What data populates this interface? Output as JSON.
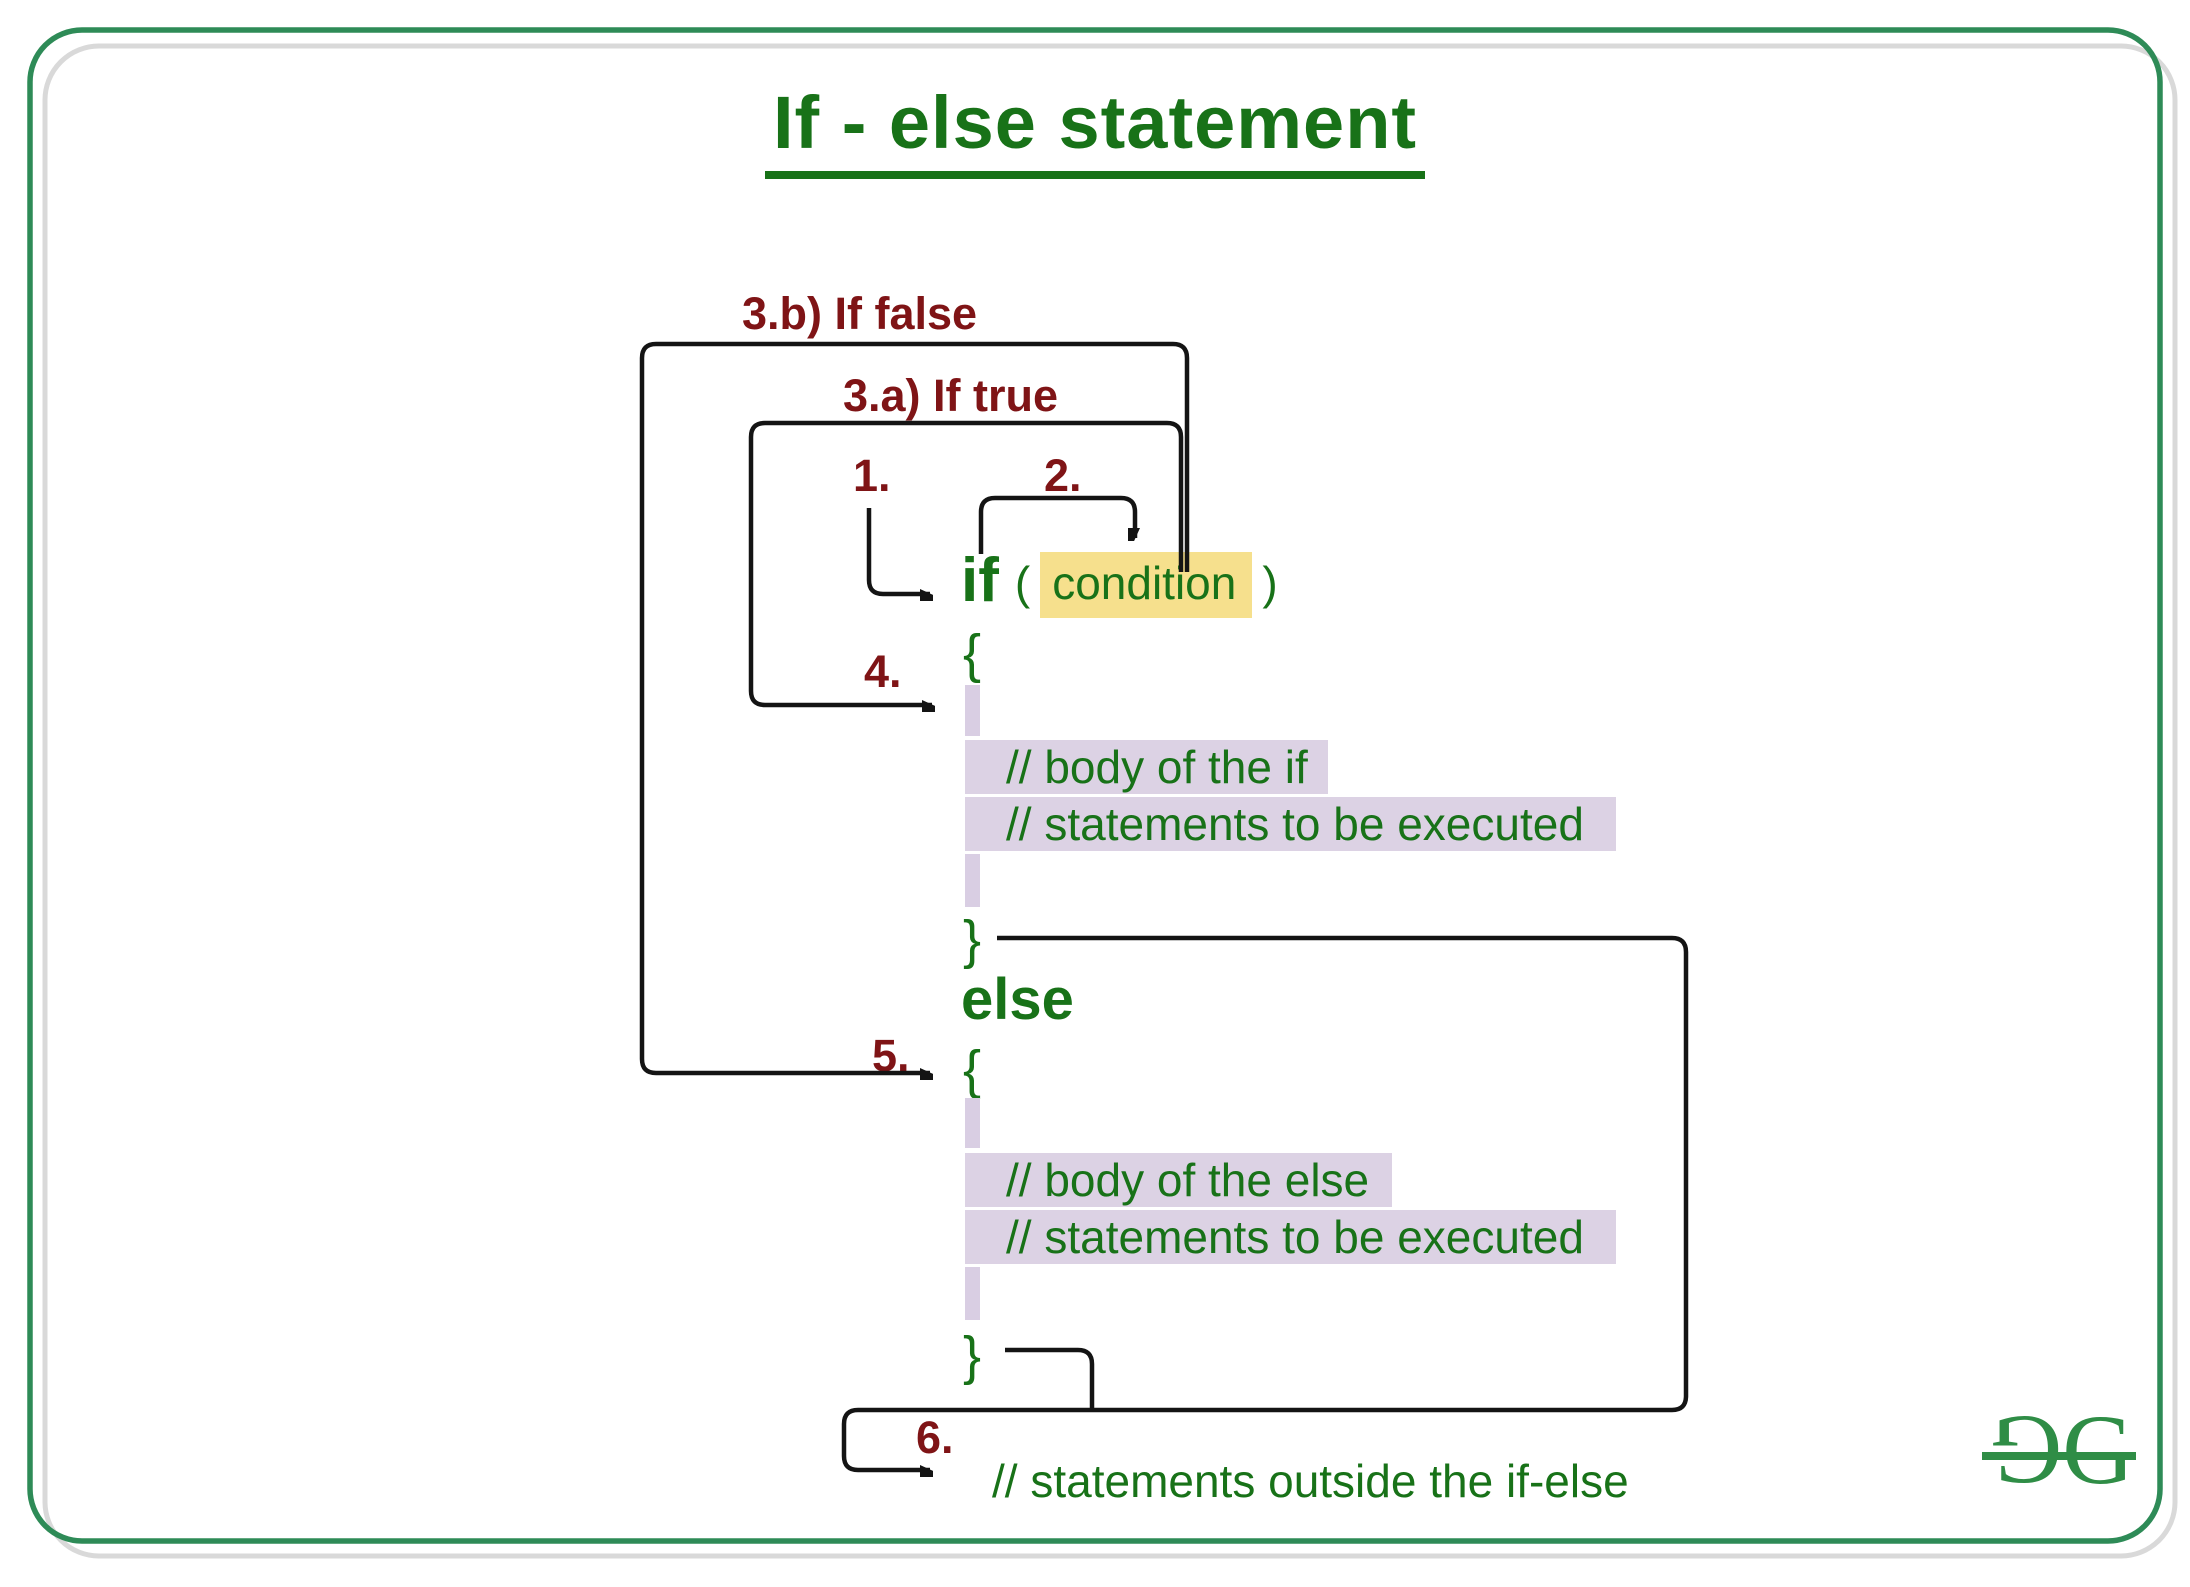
{
  "title": "If - else statement",
  "labels": {
    "step1": "1.",
    "step2": "2.",
    "step3a": "3.a) If true",
    "step3b": "3.b) If false",
    "step4": "4.",
    "step5": "5.",
    "step6": "6."
  },
  "code": {
    "if_keyword": "if",
    "open_paren": "(",
    "condition": "condition",
    "close_paren": ")",
    "open_brace": "{",
    "close_brace": "}",
    "else_keyword": "else",
    "if_body_line1": "// body of the if",
    "if_body_line2": "// statements to be executed",
    "else_body_line1": "// body of the else",
    "else_body_line2": "// statements to be executed",
    "outside_line": "// statements outside the if-else"
  },
  "logo": {
    "left_glyph": "G",
    "right_glyph": "G"
  },
  "colors": {
    "green_text": "#187218",
    "dark_red": "#7f1416",
    "highlight_yellow": "#f6e08d",
    "highlight_lavender": "#dcd2e4",
    "border_green": "#2e8b57",
    "border_gray": "#d9d9d9",
    "logo_green": "#2f8d46",
    "arrow_black": "#141414"
  }
}
